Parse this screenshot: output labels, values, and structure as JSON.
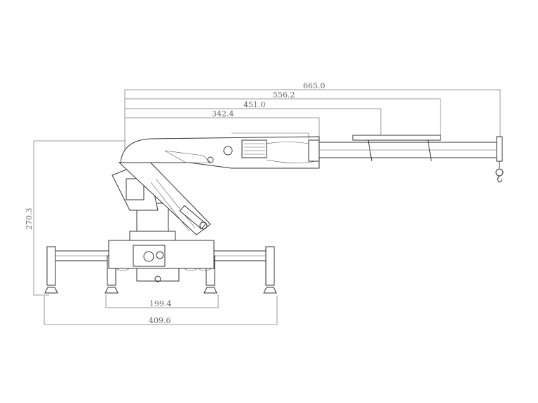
{
  "drawing": {
    "title": "Knuckle boom crane side elevation",
    "dimensions": {
      "max_reach": "665.0",
      "reach_3": "556.2",
      "reach_2": "451.0",
      "reach_1": "342.4",
      "height": "270.3",
      "inner_outrigger_span": "199.4",
      "outer_outrigger_span": "409.6"
    },
    "colors": {
      "line": "#333333",
      "dimension": "#9a9a9a",
      "background": "#ffffff"
    }
  }
}
